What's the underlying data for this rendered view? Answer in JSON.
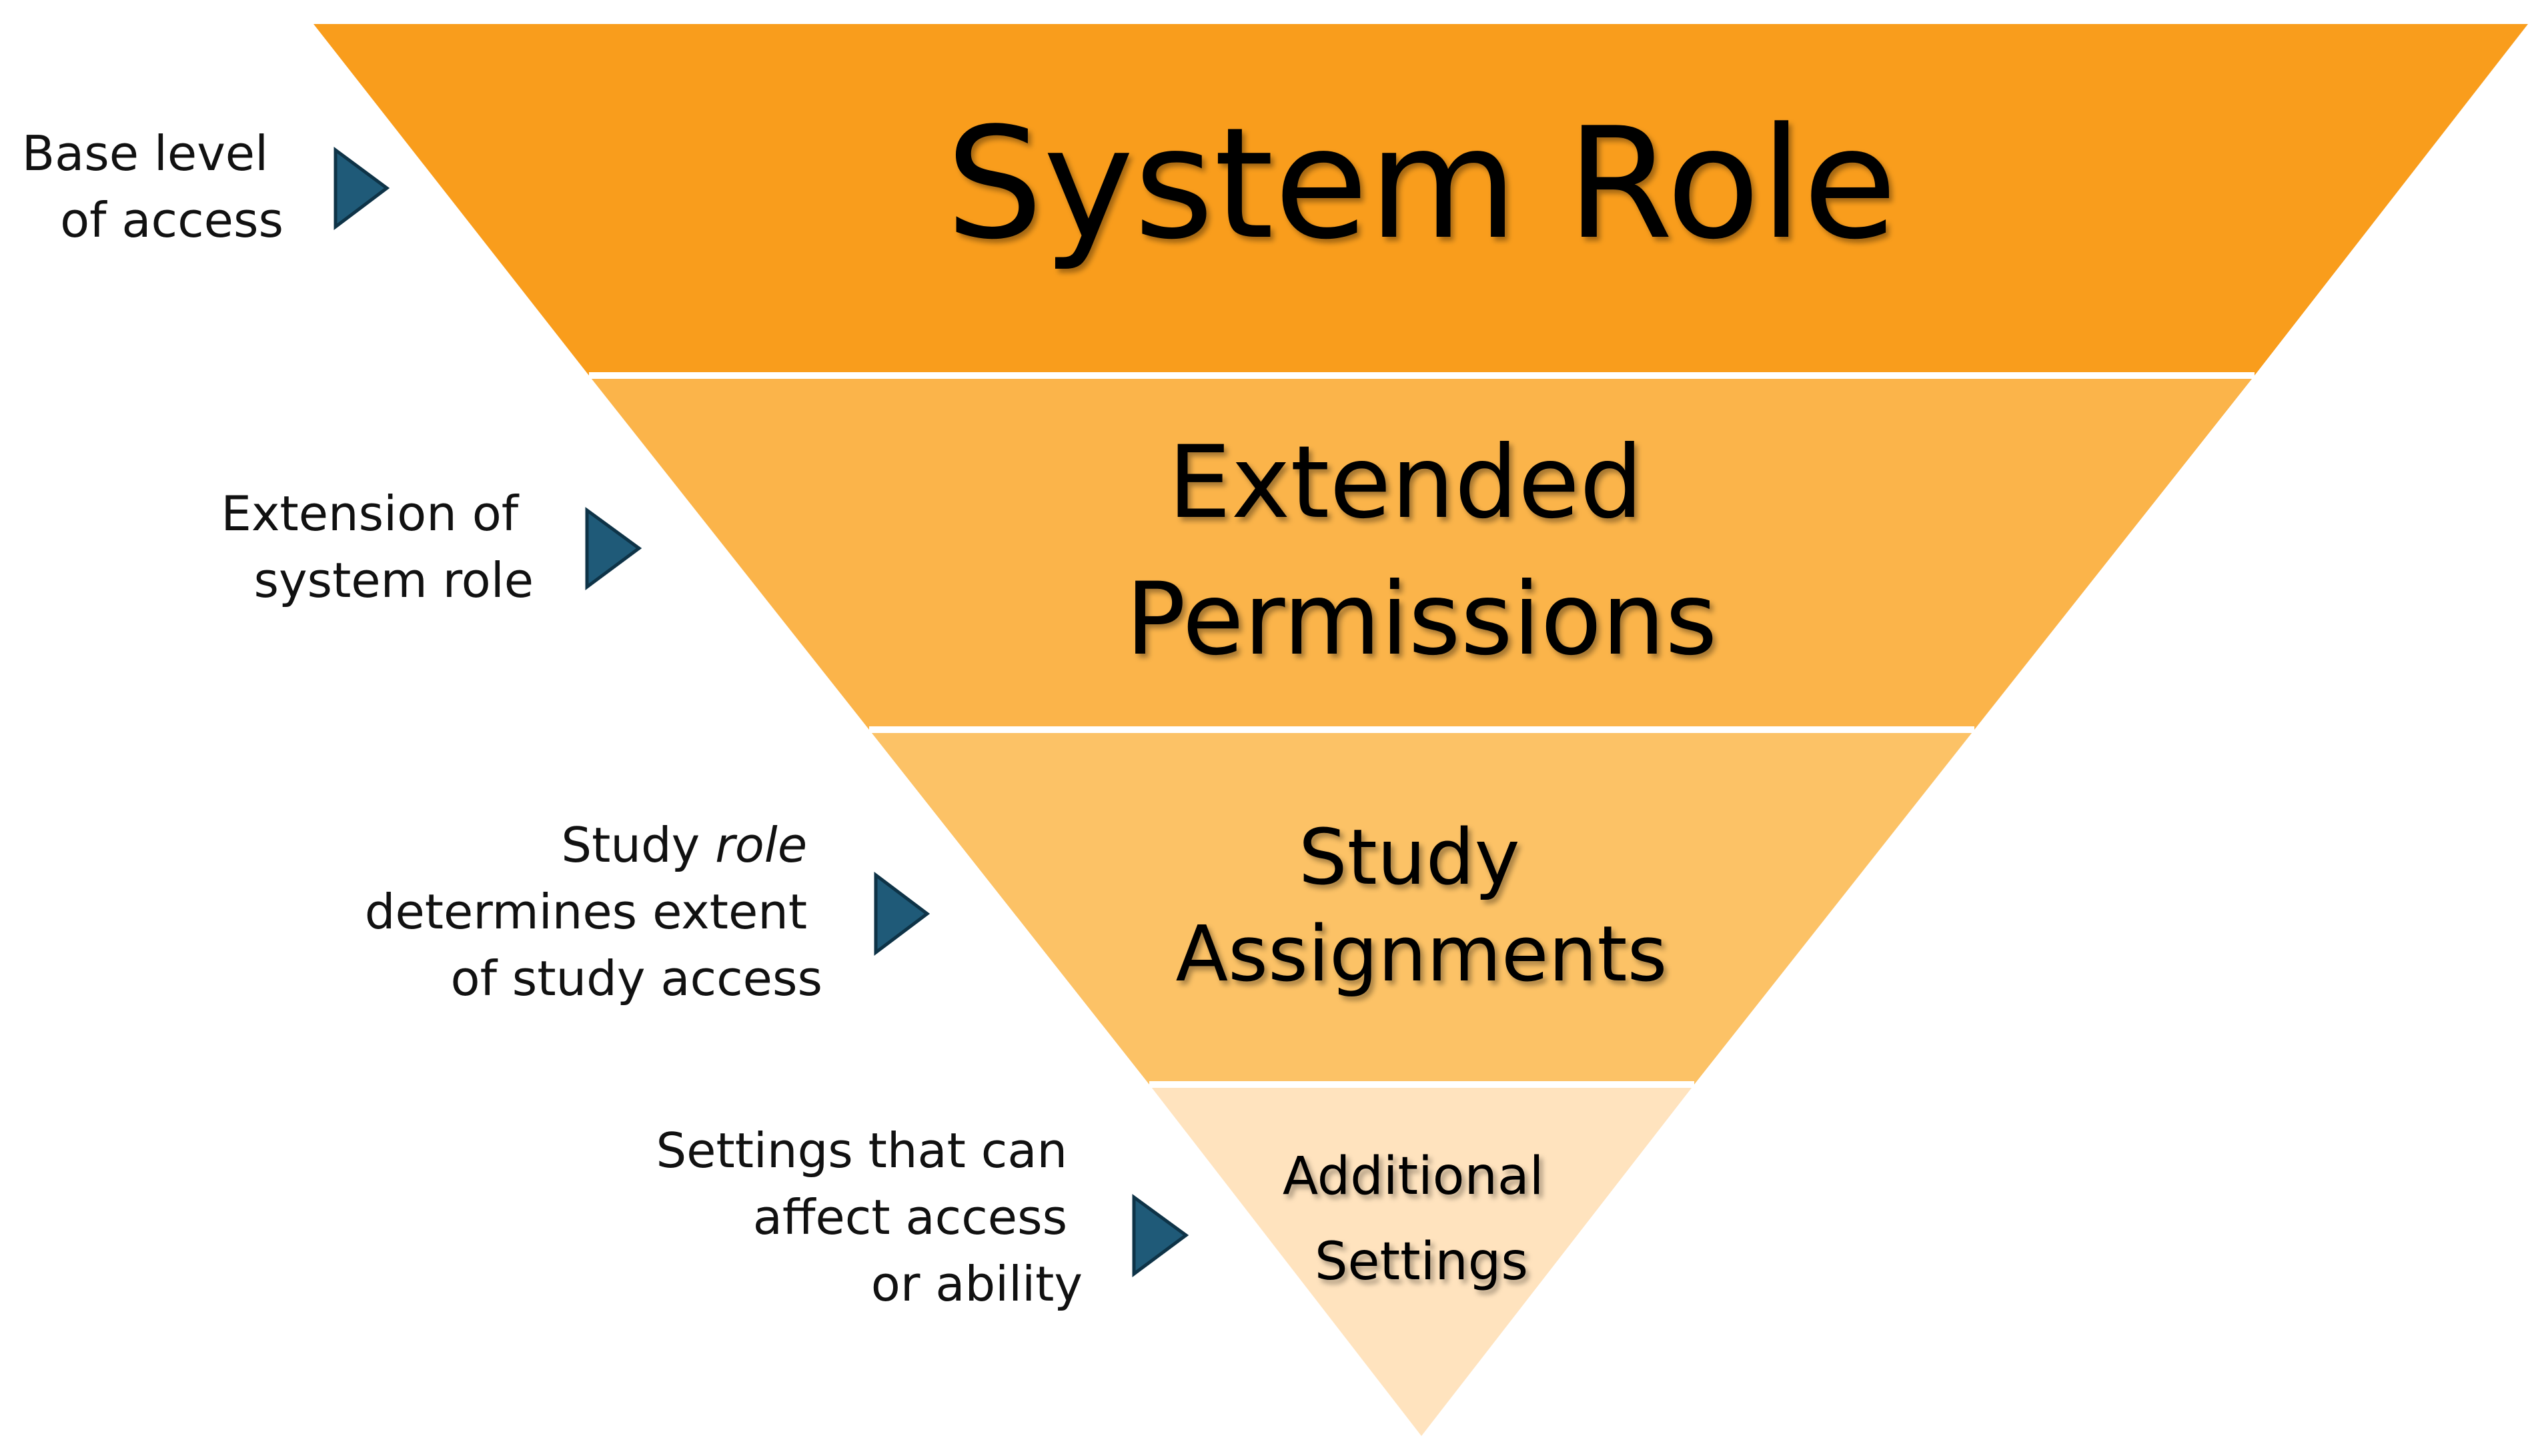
{
  "layers": [
    {
      "title_lines": [
        "System Role"
      ],
      "color": "#F99D1C"
    },
    {
      "title_lines": [
        "Extended",
        "Permissions"
      ],
      "color": "#FBB44A"
    },
    {
      "title_lines": [
        "Study",
        "Assignments"
      ],
      "color": "#FCC266"
    },
    {
      "title_lines": [
        "Additional",
        "Settings"
      ],
      "color": "#FFE3BE"
    }
  ],
  "side_labels": [
    {
      "lines": [
        {
          "text": "Base level"
        },
        {
          "text": "of access"
        }
      ]
    },
    {
      "lines": [
        {
          "text": "Extension of"
        },
        {
          "text": "system role"
        }
      ]
    },
    {
      "lines": [
        {
          "text": "Study ",
          "italic": "role"
        },
        {
          "text": "determines extent"
        },
        {
          "text": "of study access"
        }
      ]
    },
    {
      "lines": [
        {
          "text": "Settings that can"
        },
        {
          "text": "affect access"
        },
        {
          "text": "or ability"
        }
      ]
    }
  ],
  "arrow_color": "#1F5A78"
}
